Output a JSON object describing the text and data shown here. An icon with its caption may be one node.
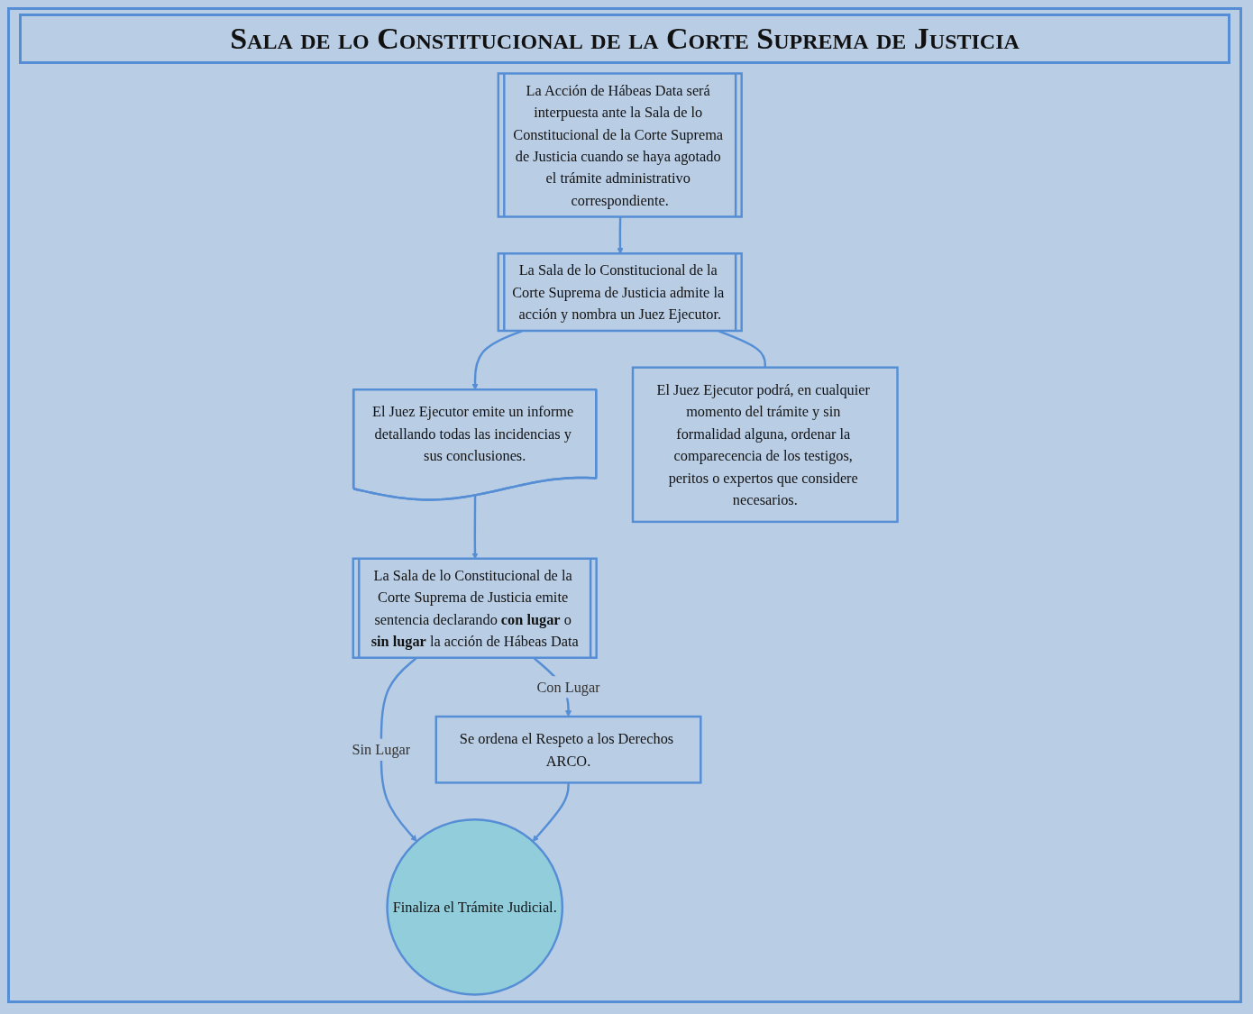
{
  "diagram": {
    "title": "Sala de lo Constitucional de la Corte Suprema de Justicia",
    "nodes": [
      {
        "text": [
          "La Acción de Hábeas Data será interpuesta ante la Sala de lo Constitucional de la Corte Suprema de Justicia cuando se haya agotado el trámite administrativo correspondiente."
        ]
      },
      {
        "text": [
          "La Sala de lo Constitucional de la Corte Suprema de Justicia admite la acción y nombra un Juez Ejecutor."
        ]
      },
      {
        "text": [
          "El Juez Ejecutor emite un informe detallando todas las incidencias y sus conclusiones."
        ]
      },
      {
        "text": [
          "El Juez Ejecutor podrá, en cualquier momento del trámite y sin formalidad alguna, ordenar la comparecencia de los testigos, peritos o expertos que considere necesarios."
        ]
      },
      {
        "text": [
          "La Sala de lo Constitucional de la Corte Suprema de Justicia emite sentencia declarando **con lugar** o **sin lugar** la acción de Hábeas Data"
        ]
      },
      {
        "text": [
          "Se ordena el Respeto a los Derechos ARCO."
        ]
      },
      {
        "text": [
          "Finaliza el Trámite Judicial."
        ]
      }
    ],
    "edges": [
      {
        "from": 0,
        "to": 1,
        "arrow": "to"
      },
      {
        "from": 1,
        "to": 2,
        "arrow": "to"
      },
      {
        "from": 1,
        "to": 3,
        "arrow": "none"
      },
      {
        "from": 2,
        "to": 4,
        "arrow": "to"
      },
      {
        "from": 4,
        "to": 5,
        "arrow": "to",
        "label": "Con Lugar"
      },
      {
        "from": 4,
        "to": 6,
        "arrow": "to",
        "label": "Sin Lugar"
      },
      {
        "from": 5,
        "to": 6,
        "arrow": "to"
      }
    ]
  }
}
